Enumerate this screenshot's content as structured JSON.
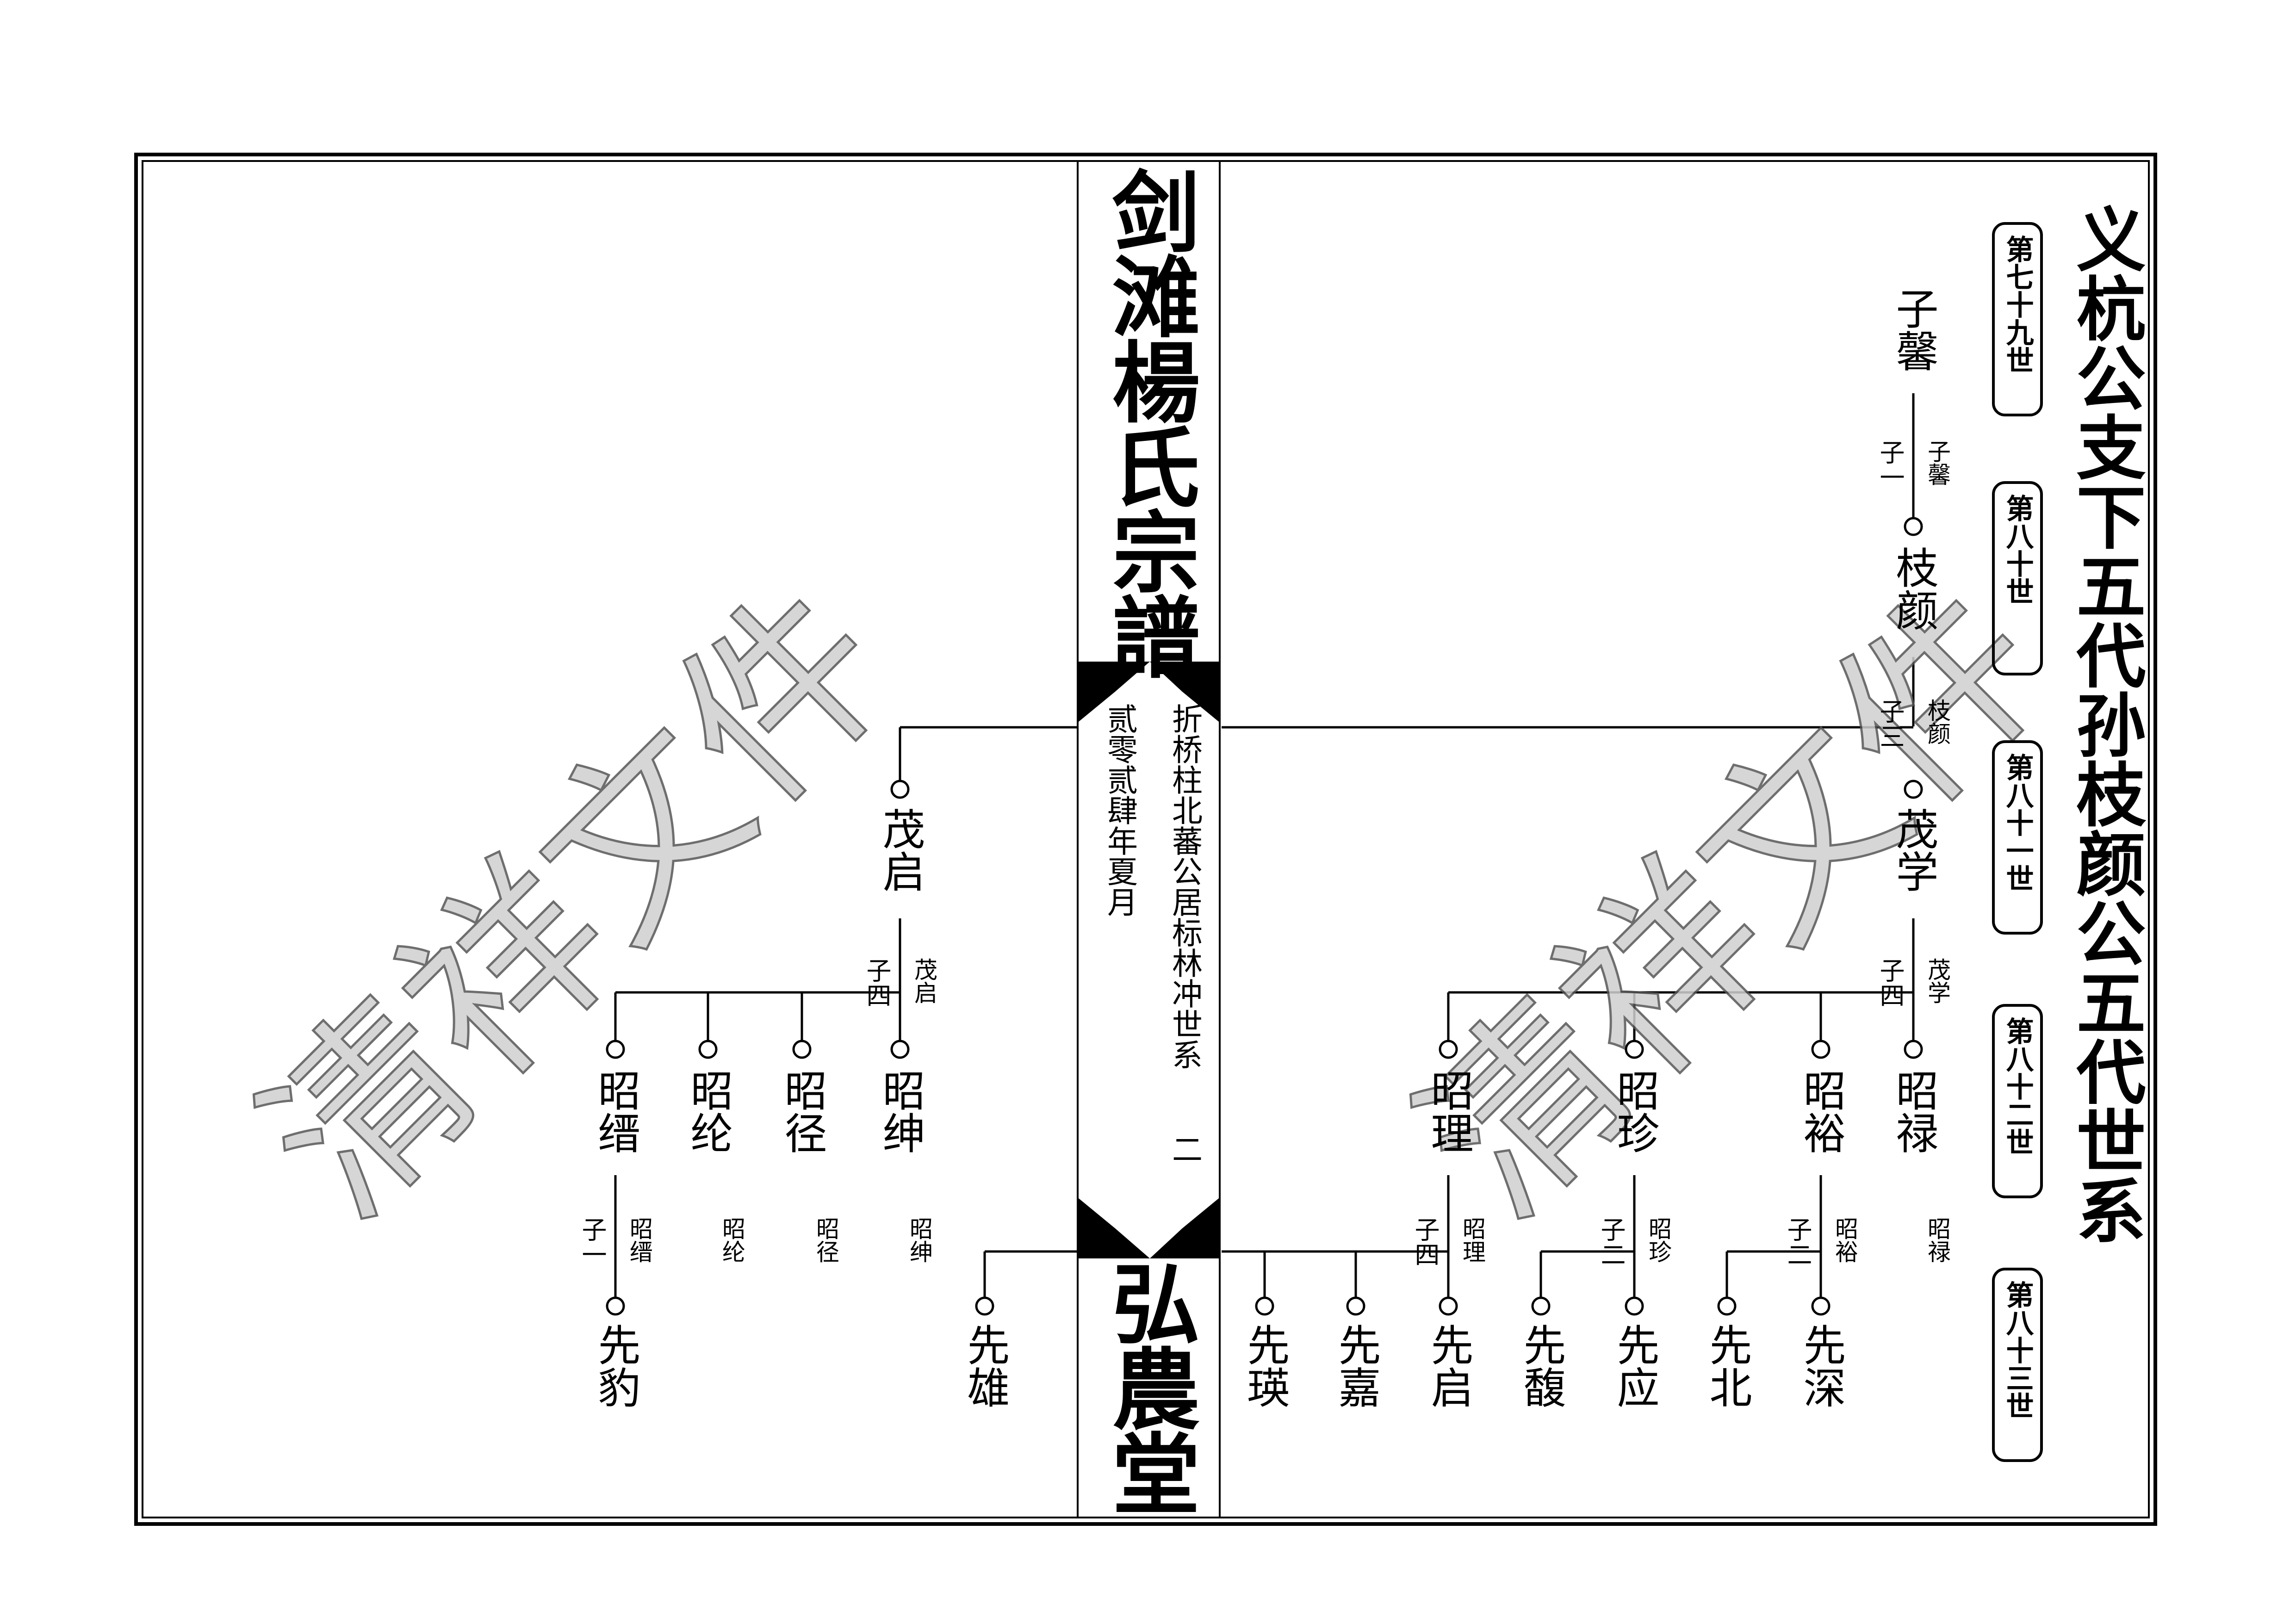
{
  "spine": {
    "title": "剑滩楊氏宗譜",
    "branch": "折桥柱北蕃公居标林冲世系",
    "date": "贰零贰肆年夏月",
    "page": "二",
    "hall": "弘農堂"
  },
  "right_page": {
    "title": "义杭公支下五代孙枝颜公五代世系",
    "generations": [
      "第七十九世",
      "第八十世",
      "第八十一世",
      "第八十二世",
      "第八十三世"
    ]
  },
  "watermark": "清祥文件",
  "names": {
    "zixin": "子馨",
    "zhiyan": "枝颜",
    "maoxue": "茂学",
    "maoqi": "茂启",
    "zhaolu": "昭禄",
    "zhaoyu": "昭裕",
    "zhaozhen": "昭珍",
    "zhaoli": "昭理",
    "zhaoshen": "昭绅",
    "zhaojing": "昭径",
    "zhaolun": "昭纶",
    "zhaojin": "昭缙",
    "xianshen": "先深",
    "xianbei": "先北",
    "xianying": "先应",
    "xianfu": "先馥",
    "xianqi": "先启",
    "xianjia": "先嘉",
    "xianying2": "先瑛",
    "xianxiong": "先雄",
    "xianbao": "先豹"
  },
  "relations": {
    "zixin_rel": "子一",
    "zixin_gloss": "子馨",
    "zhiyan_rel": "子三",
    "zhiyan_gloss": "枝颜",
    "maoxue_rel": "子四",
    "maoxue_gloss": "茂学",
    "maoqi_rel": "子四",
    "maoqi_gloss": "茂启",
    "zhaoli_rel": "子四",
    "zhaoli_gloss": "昭理",
    "zhaozhen_rel": "子二",
    "zhaozhen_gloss": "昭珍",
    "zhaoyu_rel": "子二",
    "zhaoyu_gloss": "昭裕",
    "zhaolu_gloss": "昭禄",
    "zhaojin_rel": "子一",
    "zhaojin_gloss": "昭缙",
    "zhaolun_gloss": "昭纶",
    "zhaojing_gloss": "昭径",
    "zhaoshen_gloss": "昭绅"
  }
}
